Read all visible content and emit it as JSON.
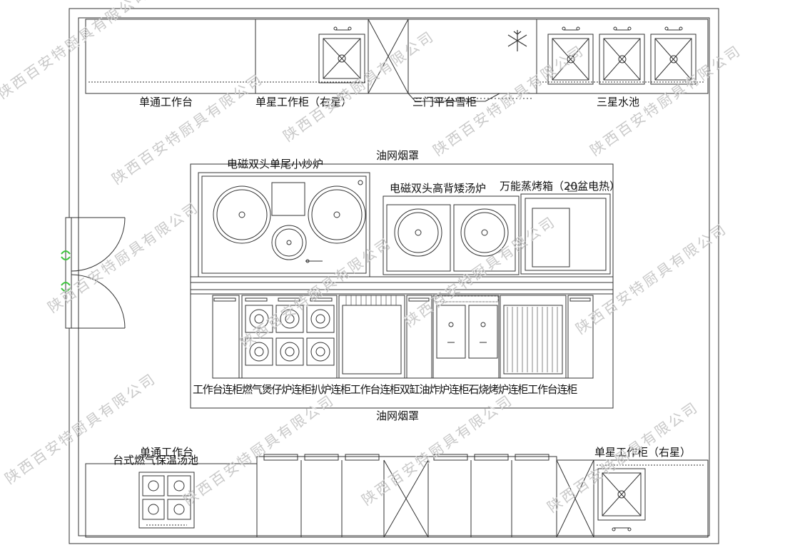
{
  "watermark": "陕西百安特厨具有限公司",
  "labels": {
    "top_worktable": "单通工作台",
    "top_sink_cabinet": "单星工作柜（右星）",
    "fridge": "三门平台雪柜",
    "triple_sink": "三星水池",
    "hood_top": "油网烟罩",
    "wok_stove": "电磁双头单尾小炒炉",
    "soup_stove": "电磁双头高背矮汤炉",
    "steam_oven": "万能蒸烤箱（20盆电热）",
    "front_row": "工作台连柜燃气煲仔炉连柜扒炉连柜工作台连柜双缸油炸炉连柜石烧烤炉连柜工作台连柜",
    "hood_bottom": "油网烟罩",
    "bottom_worktable": "单通工作台",
    "bain_marie": "台式燃气保温汤池",
    "bottom_sink_cabinet": "单星工作柜（右星）"
  },
  "colors": {
    "line": "#333333",
    "door_hinge": "#3ec43e",
    "watermark": "#c9c9c9"
  }
}
